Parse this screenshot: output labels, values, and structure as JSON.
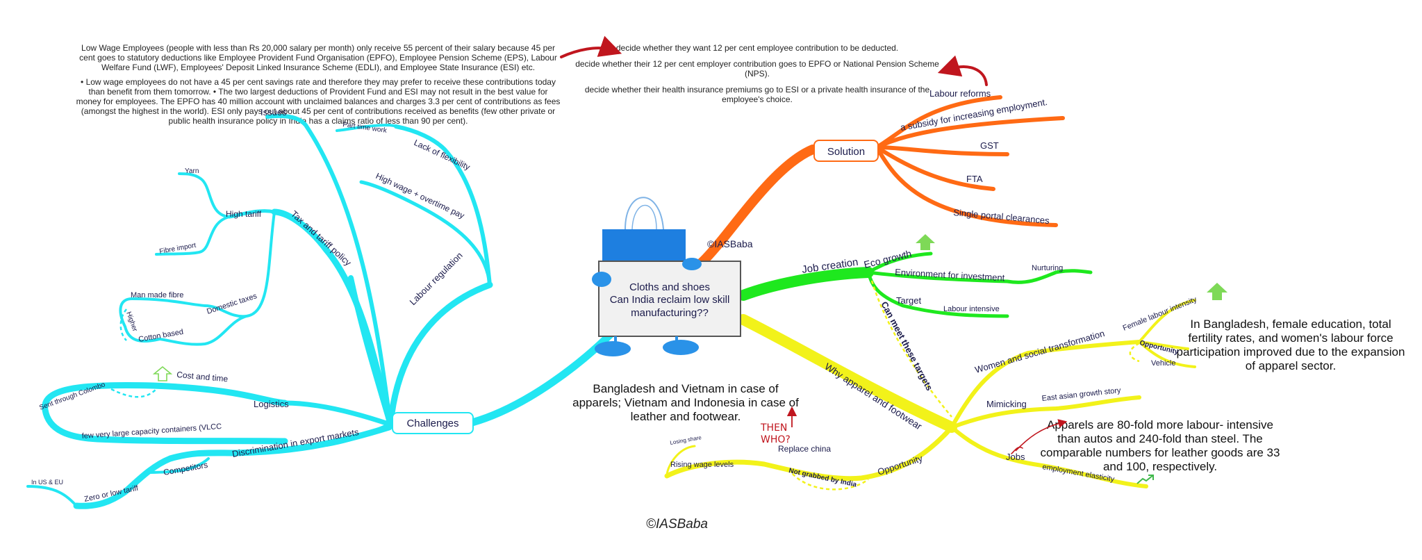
{
  "center": {
    "line1": "Cloths and shoes",
    "line2": "Can India reclaim low skill",
    "line3": "manufacturing??"
  },
  "watermark_top": "©IASBaba",
  "watermark_bottom": "©IASBaba",
  "notes": {
    "para1": "Low Wage Employees (people with less than Rs 20,000 salary per month) only receive 55 percent of their salary because 45 per cent goes to statutory deductions like Employee Provident Fund Organisation (EPFO), Employee Pension Scheme (EPS), Labour Welfare Fund (LWF), Employees' Deposit Linked Insurance Scheme (EDLI), and Employee State Insurance (ESI) etc.",
    "para2": "• Low wage employees do not have a 45 per cent savings rate and therefore they may prefer to receive these contributions today than benefit from them tomorrow. • The two largest deductions of Provident Fund and ESI may not result in the best value for money for employees. The EPFO has 40 million account with unclaimed balances and charges 3.3 per cent of contributions as fees (amongst the highest in the world). ESI only pays out about 45 per cent of contributions received as benefits (few other private or public health insurance policy in India has a claims ratio of less than 90 per cent).",
    "choice1": "decide whether they want 12 per cent employee contribution to be deducted.",
    "choice2": "decide whether their 12 per cent employer contribution goes to EPFO or National Pension Scheme (NPS).",
    "choice3": "decide whether their health insurance premiums go to ESI or a private health insurance of the employee's choice."
  },
  "solution": {
    "label": "Solution",
    "items": [
      "Labour reforms",
      "a subsidy for increasing employment.",
      "GST",
      "FTA",
      "Single portal clearances"
    ]
  },
  "job_creation": {
    "label": "Job creation",
    "eco_growth": "Eco growth",
    "environment": "Environment for investment",
    "nurturing": "Nurturing",
    "target": "Target",
    "labour_intensive": "Labour intensive",
    "can_meet": "Can meet these targets"
  },
  "why_apparel": {
    "label": "Why apparel and footwear",
    "women": "Women and social transformation",
    "female_labour": "Female labour intensity",
    "opportunity_small": "Opportunity",
    "vehicle": "Vehicle",
    "mimicking": "Mimicking",
    "east_asian": "East asian growth story",
    "jobs": "Jobs",
    "employment_elasticity": "employment elasticity",
    "opportunity": "Opportunity",
    "replace_china": "Replace china",
    "rising_wage": "Rising wage levels",
    "losing_share": "Losing share",
    "not_grabbed": "Not grabbed by India",
    "then_who": "THEN WHO?"
  },
  "texts": {
    "bangladesh_female": "In Bangladesh, female education, total fertility rates, and women's labour force participation improved due to the expansion of apparel sector.",
    "apparels_fold": "Apparels are 80-fold more labour- intensive than autos and 240-fold than steel. The comparable numbers for leather goods are 33 and 100, respectively.",
    "competitors_text": "Bangladesh and Vietnam in case of apparels; Vietnam and Indonesia in case of leather and footwear."
  },
  "challenges": {
    "label": "Challenges",
    "issues": "Issues",
    "labour_regulation": "Labour regulation",
    "lack_flexibility": "Lack of flexibility",
    "part_time": "Part time work",
    "high_wage": "High wage + overtime pay",
    "tax_tariff": "Tax and tariff policy",
    "high_tariff": "High tariff",
    "yarn": "Yarn",
    "fibre_import": "Fibre import",
    "domestic_taxes": "Domestic taxes",
    "man_made": "Man made fibre",
    "cotton_based": "Cotton based",
    "higher": "Higher",
    "logistics": "Logistics",
    "cost_time": "Cost and time",
    "sent_colombo": "Sent through Colombo",
    "few_containers": "few very large capacity containers (VLCC",
    "discrimination": "Discrimination in export markets",
    "competitors": "Competitors",
    "zero_tariff": "Zero or low tariff",
    "us_eu": "In US & EU"
  },
  "colors": {
    "cyan": "#22e6f2",
    "orange": "#ff6a14",
    "green": "#1ee81e",
    "yellow": "#f2f21a",
    "arrow_red": "#c0161e",
    "up_arrow_green": "#7ed957"
  }
}
